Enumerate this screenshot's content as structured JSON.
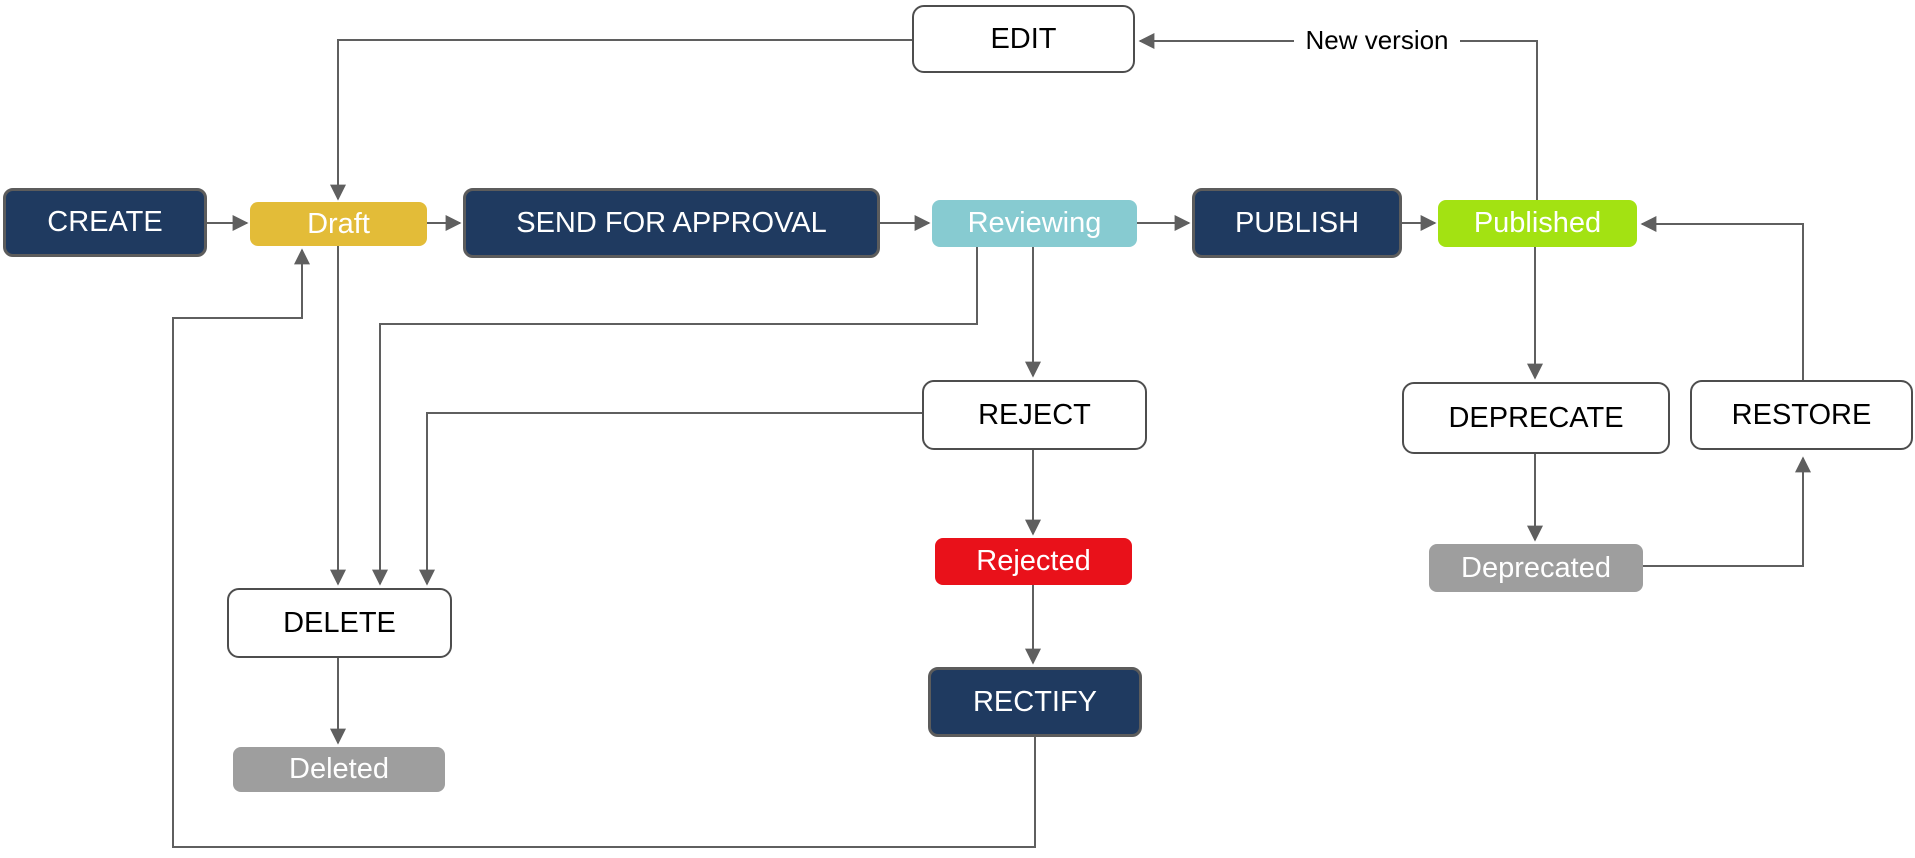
{
  "diagram_type": "flowchart-state-machine",
  "colors": {
    "action_fill": "#1f3a60",
    "action_border": "#5c5c5c",
    "white_node_fill": "#ffffff",
    "white_node_border": "#4d4d4d",
    "state_draft": "#e3bc38",
    "state_reviewing": "#87cbd1",
    "state_published": "#a3e212",
    "state_rejected": "#e9111a",
    "state_deleted": "#9e9e9e",
    "state_deprecated": "#9e9e9e",
    "edge_line": "#5f5f5f"
  },
  "nodes": {
    "create": {
      "label": "CREATE",
      "type": "action"
    },
    "draft": {
      "label": "Draft",
      "type": "state"
    },
    "send_for_approval": {
      "label": "SEND FOR APPROVAL",
      "type": "action"
    },
    "reviewing": {
      "label": "Reviewing",
      "type": "state"
    },
    "publish": {
      "label": "PUBLISH",
      "type": "action"
    },
    "published": {
      "label": "Published",
      "type": "state"
    },
    "edit": {
      "label": "EDIT",
      "type": "action"
    },
    "reject": {
      "label": "REJECT",
      "type": "action"
    },
    "rejected": {
      "label": "Rejected",
      "type": "state"
    },
    "rectify": {
      "label": "RECTIFY",
      "type": "action"
    },
    "delete": {
      "label": "DELETE",
      "type": "action"
    },
    "deleted": {
      "label": "Deleted",
      "type": "state"
    },
    "deprecate": {
      "label": "DEPRECATE",
      "type": "action"
    },
    "restore": {
      "label": "RESTORE",
      "type": "action"
    },
    "deprecated": {
      "label": "Deprecated",
      "type": "state"
    }
  },
  "edge_labels": {
    "new_version": "New version"
  },
  "edges": [
    {
      "from": "CREATE",
      "to": "Draft"
    },
    {
      "from": "Draft",
      "to": "SEND FOR APPROVAL"
    },
    {
      "from": "SEND FOR APPROVAL",
      "to": "Reviewing"
    },
    {
      "from": "Reviewing",
      "to": "PUBLISH"
    },
    {
      "from": "PUBLISH",
      "to": "Published"
    },
    {
      "from": "EDIT",
      "to": "Draft"
    },
    {
      "from": "Published",
      "to": "EDIT",
      "label": "New version"
    },
    {
      "from": "Reviewing",
      "to": "REJECT"
    },
    {
      "from": "REJECT",
      "to": "Rejected"
    },
    {
      "from": "Rejected",
      "to": "RECTIFY"
    },
    {
      "from": "RECTIFY",
      "to": "Draft"
    },
    {
      "from": "Draft",
      "to": "DELETE"
    },
    {
      "from": "Reviewing",
      "to": "DELETE"
    },
    {
      "from": "REJECT",
      "to": "DELETE"
    },
    {
      "from": "DELETE",
      "to": "Deleted"
    },
    {
      "from": "Published",
      "to": "DEPRECATE"
    },
    {
      "from": "DEPRECATE",
      "to": "Deprecated"
    },
    {
      "from": "Deprecated",
      "to": "RESTORE"
    },
    {
      "from": "RESTORE",
      "to": "Published"
    }
  ]
}
